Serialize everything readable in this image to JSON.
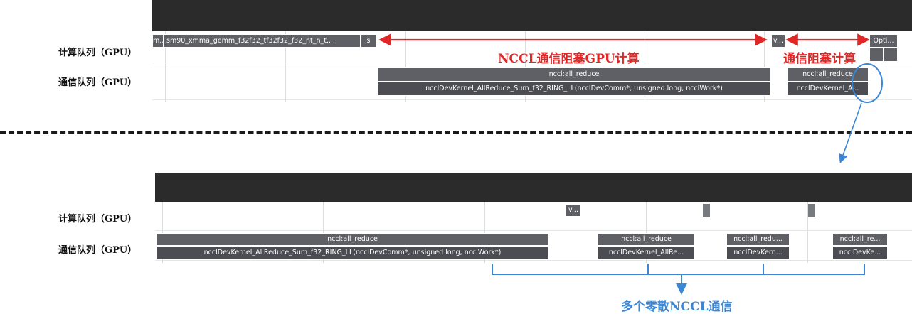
{
  "top_panel": {
    "row_labels": {
      "compute": "计算队列（GPU）",
      "comm": "通信队列（GPU）"
    },
    "compute_slices": {
      "first": "m..",
      "gemm": "sm90_xmma_gemm_f32f32_tf32f32_f32_nt_n_t...",
      "small": "s",
      "v": "v...",
      "opti": "Opti..."
    },
    "comm_slices": {
      "big_top": "nccl:all_reduce",
      "big_bottom": "ncclDevKernel_AllReduce_Sum_f32_RING_LL(ncclDevComm*, unsigned long, ncclWork*)",
      "small_top": "nccl:all_reduce",
      "small_bottom": "ncclDevKernel_A..."
    },
    "annotations": {
      "block_gpu": "NCCL通信阻塞GPU计算",
      "block_compute": "通信阻塞计算"
    }
  },
  "bottom_panel": {
    "row_labels": {
      "compute": "计算队列（GPU）",
      "comm": "通信队列（GPU）"
    },
    "compute_slices": {
      "v": "v..."
    },
    "comm_slices": [
      {
        "top": "nccl:all_reduce",
        "bottom": "ncclDevKernel_AllReduce_Sum_f32_RING_LL(ncclDevComm*, unsigned long, ncclWork*)"
      },
      {
        "top": "nccl:all_reduce",
        "bottom": "ncclDevKernel_AllRe..."
      },
      {
        "top": "nccl:all_redu...",
        "bottom": "ncclDevKern..."
      },
      {
        "top": "nccl:all_re...",
        "bottom": "ncclDevKe..."
      }
    ],
    "annotation": "多个零散NCCL通信"
  },
  "colors": {
    "header": "#2b2b2b",
    "slice": "#5f6065",
    "annotation_red": "#e02727",
    "annotation_blue": "#3b87d4"
  }
}
